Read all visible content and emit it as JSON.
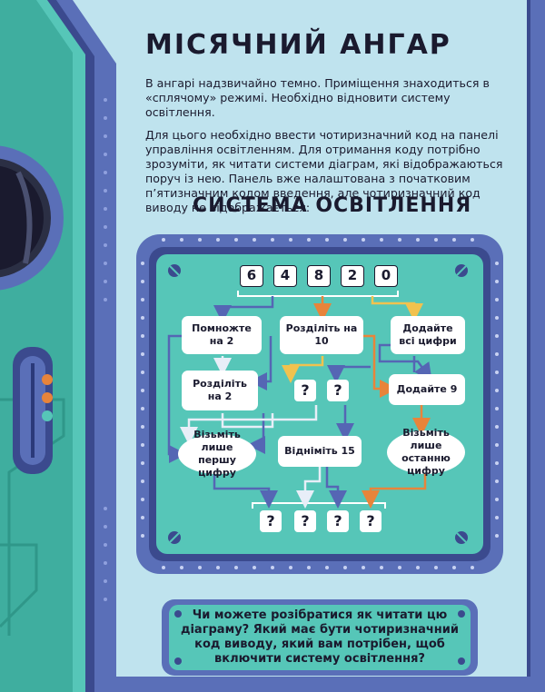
{
  "title": "МІСЯЧНИЙ АНГАР",
  "intro": {
    "p1": "В ангарі надзвичайно темно. Приміщення знаходиться в «сплячому» режимі. Необхідно відновити систему освітлення.",
    "p2": "Для цього необхідно ввести чотиризначний код на панелі управління освітленням. Для отримання коду потрібно зрозуміти, як читати системи діаграм, які відображаються поруч із нею. Панель вже налаштована з початковим п’ятизначним кодом введення, але чотиризначний код виводу не відображається:"
  },
  "section_title": "СИСТЕМА ОСВІТЛЕННЯ",
  "diagram": {
    "input_code": [
      "6",
      "4",
      "8",
      "2",
      "0"
    ],
    "nodes": {
      "multiply": "Помножте на 2",
      "divide10": "Розділіть на 10",
      "sum": "Додайте всі цифри",
      "divide2": "Розділіть на 2",
      "add9": "Додайте 9",
      "first": "Візьміть лише першу цифру",
      "minus15": "Відніміть 15",
      "last": "Візьміть лише останню цифру"
    },
    "middle_unknown": [
      "?",
      "?"
    ],
    "output_code": [
      "?",
      "?",
      "?",
      "?"
    ]
  },
  "question": "Чи можете розібратися як читати цю діаграму? Який має бути чотиризначний код виводу, який вам потрібен, щоб включити систему освітлення?",
  "colors": {
    "background": "#bfe3ee",
    "panel": "#5a6fb8",
    "panel_dark": "#3b4a8e",
    "teal": "#56c6b8",
    "arrow_blue": "#5566b4",
    "arrow_orange": "#e8843a",
    "arrow_yellow": "#f1c24e",
    "arrow_white": "#e8eef8"
  },
  "indicator_lights": [
    "#e8843a",
    "#e8843a",
    "#56c6b8"
  ]
}
